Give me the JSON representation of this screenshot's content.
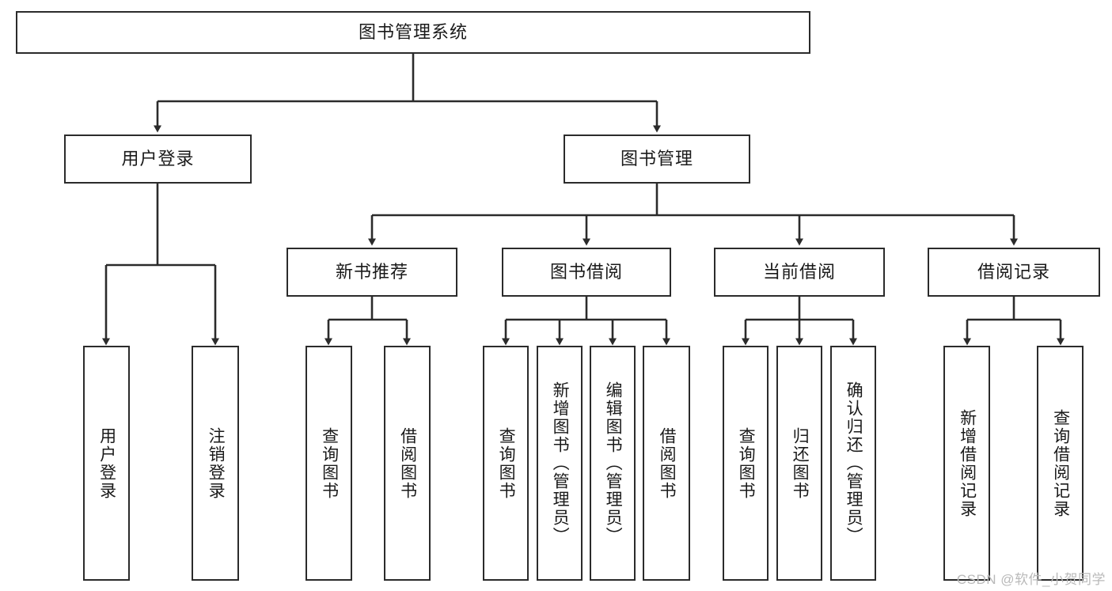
{
  "diagram": {
    "title": "图书管理系统",
    "type": "tree",
    "orientation": "top-down",
    "line_color": "#2b2b2b",
    "box_fill": "#ffffff",
    "text_color": "#1a1a1a"
  },
  "watermark": {
    "text": "CSDN @软件_小贺同学",
    "color": "#b9b9b9"
  },
  "nodes": {
    "root": {
      "label": "图书管理系统"
    },
    "level2": [
      {
        "label": "用户登录"
      },
      {
        "label": "图书管理"
      }
    ],
    "level3": [
      {
        "label": "新书推荐"
      },
      {
        "label": "图书借阅"
      },
      {
        "label": "当前借阅"
      },
      {
        "label": "借阅记录"
      }
    ],
    "leaves_user_login": [
      {
        "label": "用户登录"
      },
      {
        "label": "注销登录"
      }
    ],
    "leaves_new_book": [
      {
        "label": "查询图书"
      },
      {
        "label": "借阅图书"
      }
    ],
    "leaves_borrow": [
      {
        "label": "查询图书"
      },
      {
        "label": "新增图书（管理员）"
      },
      {
        "label": "编辑图书（管理员）"
      },
      {
        "label": "借阅图书"
      }
    ],
    "leaves_current": [
      {
        "label": "查询图书"
      },
      {
        "label": "归还图书"
      },
      {
        "label": "确认归还（管理员）"
      }
    ],
    "leaves_record": [
      {
        "label": "新增借阅记录"
      },
      {
        "label": "查询借阅记录"
      }
    ]
  }
}
